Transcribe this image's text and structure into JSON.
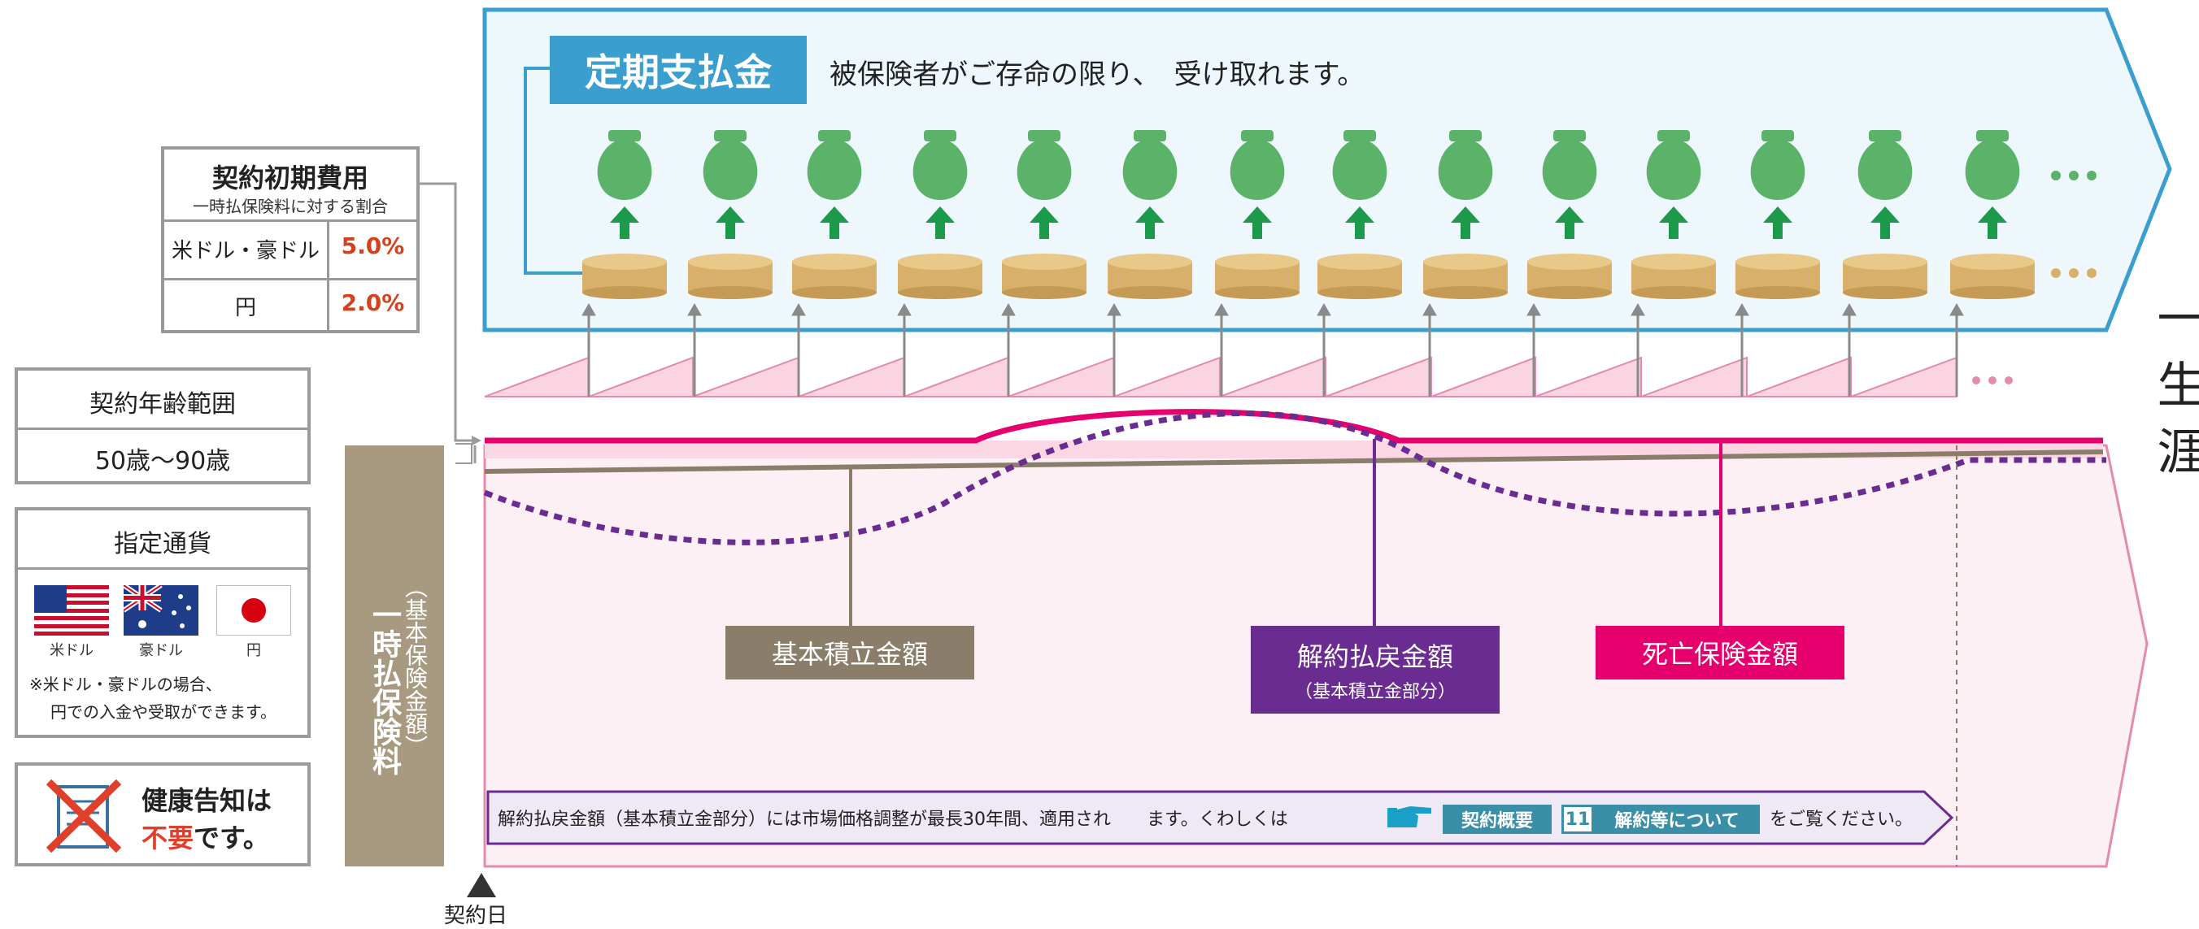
{
  "top": {
    "title": "定期支払金",
    "desc": "被保険者がご存命の限り、　受け取れます。",
    "dots": "•••"
  },
  "lifetime": "一生涯",
  "initial_fee": {
    "title": "契約初期費用",
    "subtitle": "一時払保険料に対する割合",
    "rows": [
      {
        "label": "米ドル・豪ドル",
        "value": "5.0%"
      },
      {
        "label": "円",
        "value": "2.0%"
      }
    ]
  },
  "age_range": {
    "title": "契約年齢範囲",
    "value": "50歳～90歳"
  },
  "currency": {
    "title": "指定通貨",
    "flags": [
      {
        "icon": "us-flag-icon",
        "label": "米ドル"
      },
      {
        "icon": "australia-flag-icon",
        "label": "豪ドル"
      },
      {
        "icon": "japan-flag-icon",
        "label": "円"
      }
    ],
    "note_line1": "※米ドル・豪ドルの場合、",
    "note_line2": "円での入金や受取ができます。"
  },
  "health": {
    "line1": "健康告知は",
    "line2_red": "不要",
    "line2_rest": "です。"
  },
  "premium_bar": {
    "main": "一時払保険料",
    "sub": "（基本保険金額）"
  },
  "contract_date": "契約日",
  "labels": {
    "basic": "基本積立金額",
    "surrender": "解約払戻金額",
    "surrender_sub": "（基本積立金部分）",
    "death": "死亡保険金額"
  },
  "notice": {
    "text1": "解約払戻金額（基本積立金部分）には市場価格調整が最長30年間、適用され　　ます。くわしくは",
    "tag1": "契約概要",
    "num": "11",
    "tag2": "解約等について",
    "text2": "をご覧ください。"
  },
  "colors": {
    "top_border": "#3a9fcf",
    "title_bg": "#3a9fcf",
    "bag_green": "#5bb36a",
    "arrow_green": "#1a9a4a",
    "coin": "#d8b06a",
    "pink": "#e6006e",
    "purple": "#6a2c91",
    "olive": "#8a7e6a",
    "premium": "#a79a80"
  }
}
